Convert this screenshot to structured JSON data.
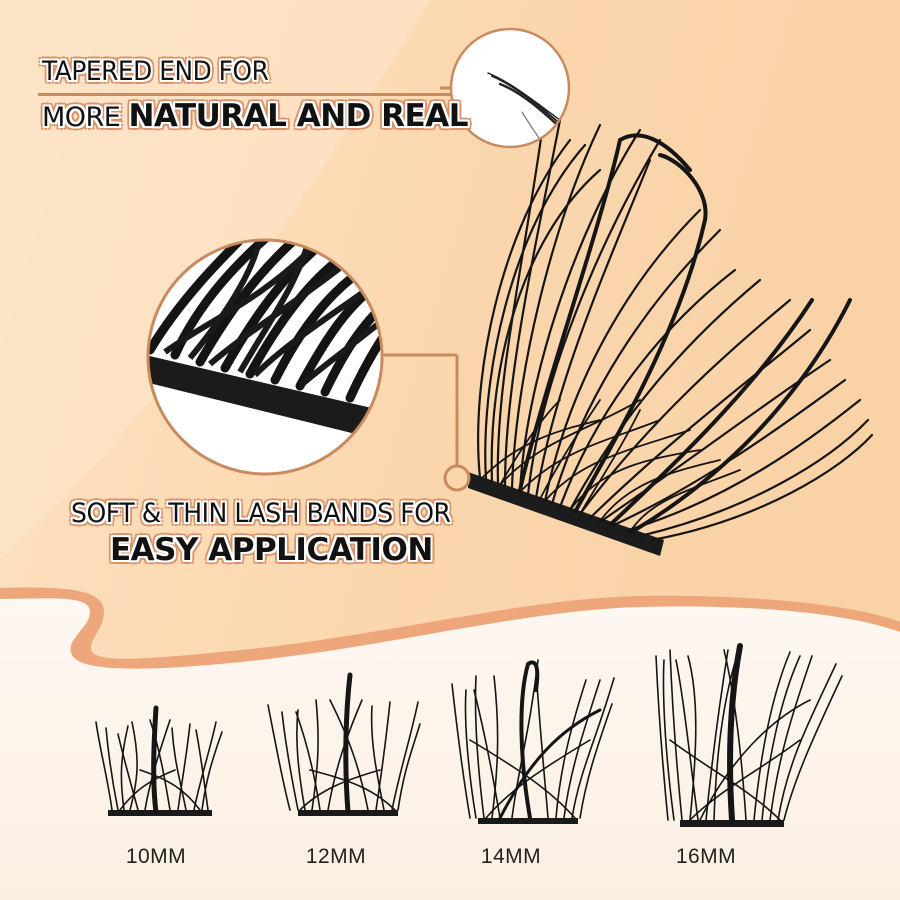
{
  "headlines": {
    "top": {
      "line1": "TAPERED END FOR",
      "line2_prefix": "MORE ",
      "line2_emphasis": "NATURAL AND REAL"
    },
    "bottom": {
      "line1": "SOFT & THIN LASH BANDS FOR",
      "line2": "EASY APPLICATION"
    }
  },
  "sizes": [
    {
      "label": "10MM"
    },
    {
      "label": "12MM"
    },
    {
      "label": "14MM"
    },
    {
      "label": "16MM"
    }
  ],
  "colors": {
    "background_peach": "#fbd9b2",
    "background_bottom": "#fdf3ea",
    "wave_band": "#eea77a",
    "callout_stroke": "#c98a5f",
    "text_outline": "#d9936a",
    "lash": "#111111"
  }
}
